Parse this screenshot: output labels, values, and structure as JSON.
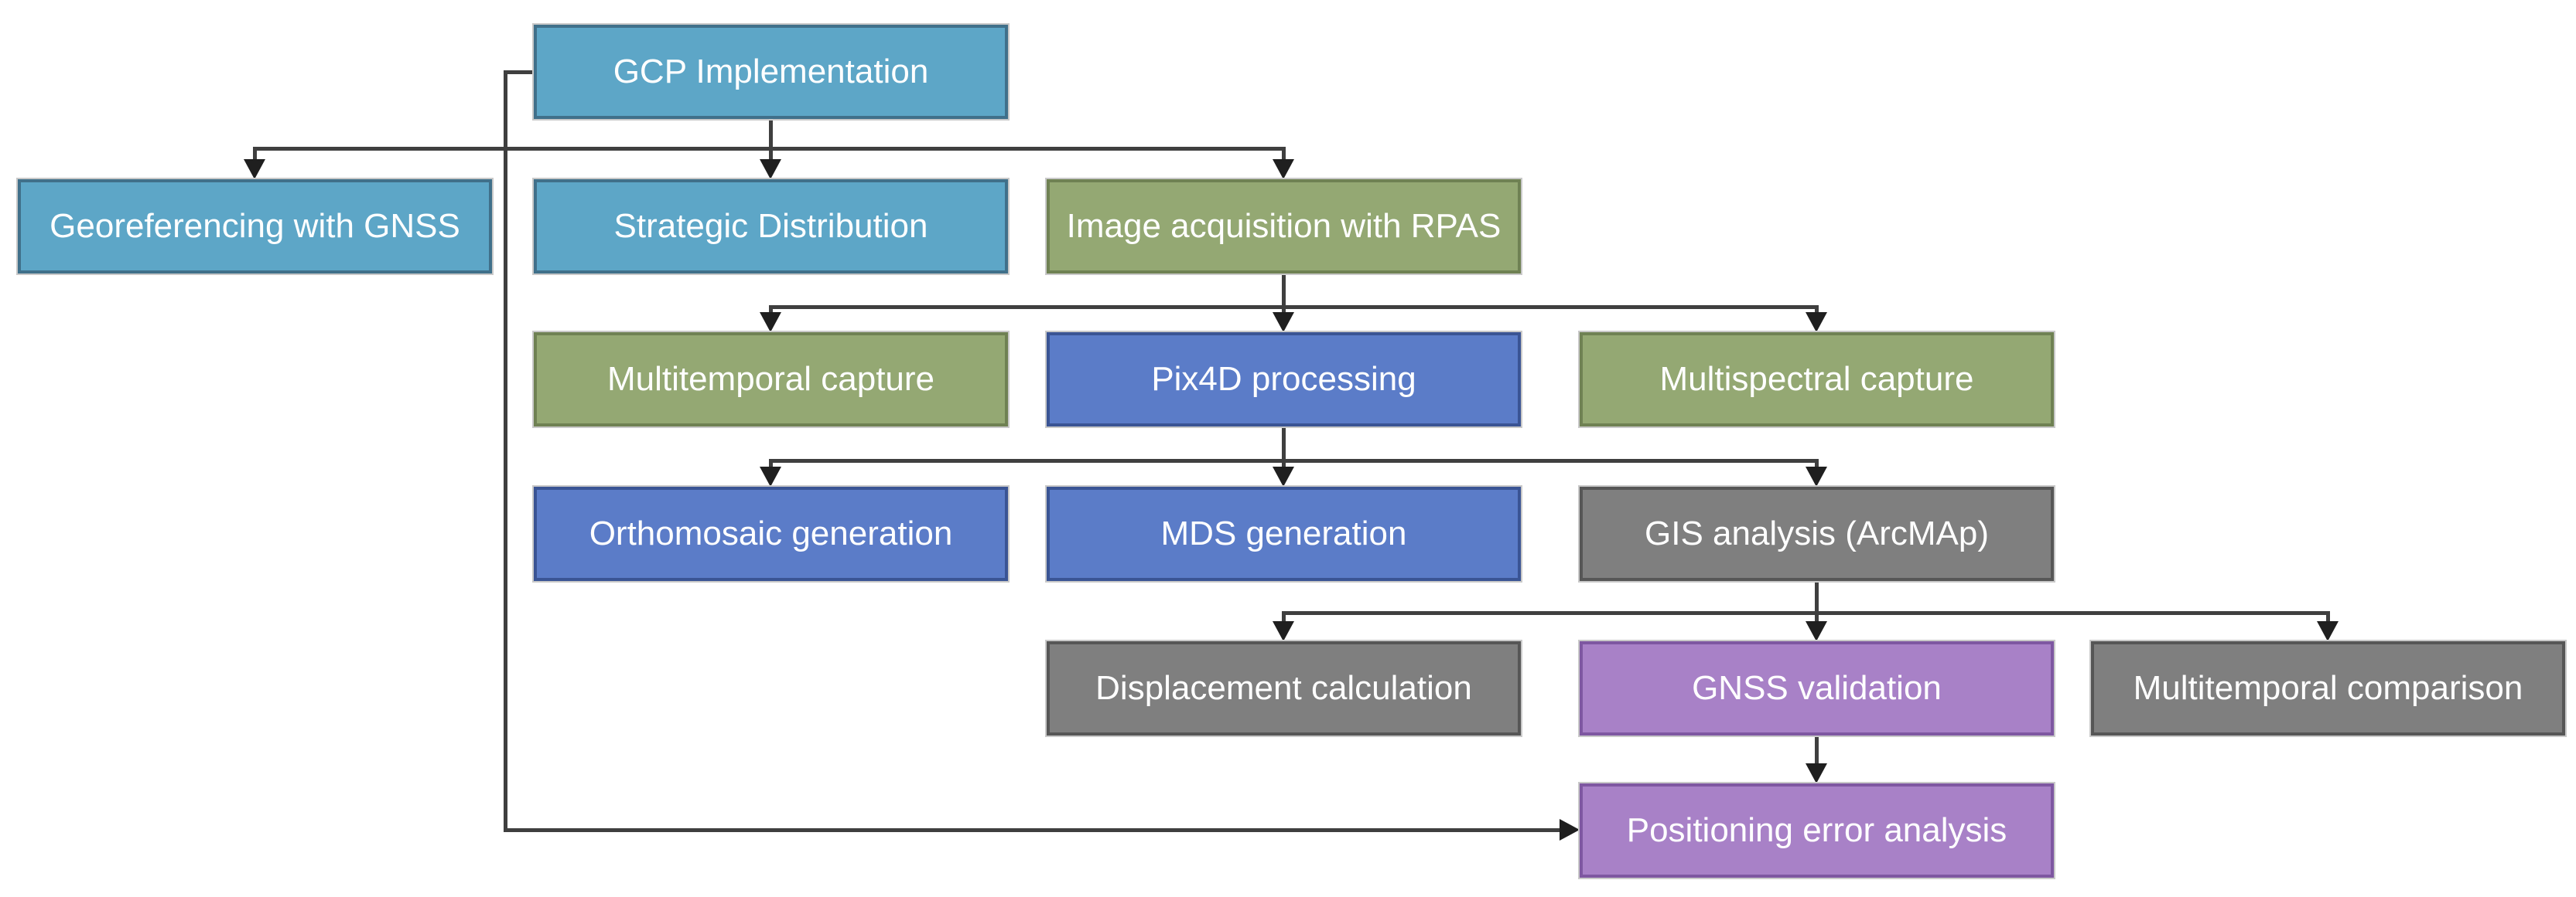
{
  "diagram": {
    "type": "flowchart",
    "background": "#ffffff",
    "line_color": "#3f3f3f",
    "arrow_color": "#1f1f1f",
    "colors": {
      "teal": {
        "fill": "#5da6c7",
        "border": "#40708a"
      },
      "green": {
        "fill": "#94a873",
        "border": "#6f8153"
      },
      "blue": {
        "fill": "#5b7cc8",
        "border": "#3a5494"
      },
      "gray": {
        "fill": "#7f7f7f",
        "border": "#565656"
      },
      "purple": {
        "fill": "#a881c7",
        "border": "#7e57a1"
      }
    },
    "nodes": [
      {
        "id": "gcp",
        "label": "GCP Implementation",
        "color": "teal"
      },
      {
        "id": "georeferencing",
        "label": "Georeferencing with GNSS",
        "color": "teal"
      },
      {
        "id": "strategic",
        "label": "Strategic Distribution",
        "color": "teal"
      },
      {
        "id": "image_acq",
        "label": "Image acquisition with RPAS",
        "color": "green"
      },
      {
        "id": "multitemporal_capture",
        "label": "Multitemporal capture",
        "color": "green"
      },
      {
        "id": "pix4d",
        "label": "Pix4D processing",
        "color": "blue"
      },
      {
        "id": "multispectral_capture",
        "label": "Multispectral capture",
        "color": "green"
      },
      {
        "id": "orthomosaic",
        "label": "Orthomosaic generation",
        "color": "blue"
      },
      {
        "id": "mds",
        "label": "MDS generation",
        "color": "blue"
      },
      {
        "id": "gis",
        "label": "GIS analysis (ArcMAp)",
        "color": "gray"
      },
      {
        "id": "displacement",
        "label": "Displacement calculation",
        "color": "gray"
      },
      {
        "id": "gnss_validation",
        "label": "GNSS validation",
        "color": "purple"
      },
      {
        "id": "multitemporal_comparison",
        "label": "Multitemporal comparison",
        "color": "gray"
      },
      {
        "id": "positioning",
        "label": "Positioning error analysis",
        "color": "purple"
      }
    ],
    "edges": [
      {
        "from": "gcp",
        "to": "georeferencing"
      },
      {
        "from": "gcp",
        "to": "strategic"
      },
      {
        "from": "gcp",
        "to": "image_acq"
      },
      {
        "from": "gcp",
        "to": "positioning"
      },
      {
        "from": "image_acq",
        "to": "multitemporal_capture"
      },
      {
        "from": "image_acq",
        "to": "pix4d"
      },
      {
        "from": "image_acq",
        "to": "multispectral_capture"
      },
      {
        "from": "pix4d",
        "to": "orthomosaic"
      },
      {
        "from": "pix4d",
        "to": "mds"
      },
      {
        "from": "pix4d",
        "to": "gis"
      },
      {
        "from": "gis",
        "to": "displacement"
      },
      {
        "from": "gis",
        "to": "gnss_validation"
      },
      {
        "from": "gis",
        "to": "multitemporal_comparison"
      },
      {
        "from": "gnss_validation",
        "to": "positioning"
      }
    ]
  }
}
